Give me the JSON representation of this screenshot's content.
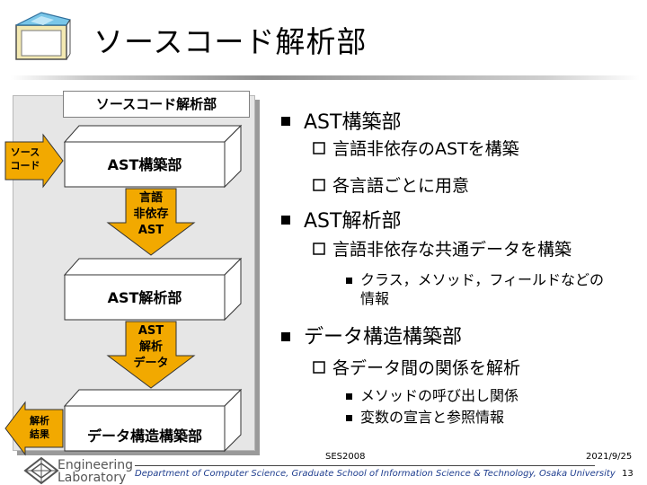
{
  "title": "ソースコード解析部",
  "diagram": {
    "module_label": "ソースコード解析部",
    "input_arrow": [
      "ソース",
      "コード"
    ],
    "output_arrow": [
      "解析",
      "結果"
    ],
    "stage1": "AST構築部",
    "flow1": [
      "言語",
      "非依存",
      "AST"
    ],
    "stage2": "AST解析部",
    "flow2": [
      "AST",
      "解析",
      "データ"
    ],
    "stage3": "データ構造構築部"
  },
  "bullets": {
    "section1": "AST構築部",
    "s1_item1": "言語非依存のASTを構築",
    "s1_item2": "各言語ごとに用意",
    "section2": "AST解析部",
    "s2_item1": "言語非依存な共通データを構築",
    "s2_sub1_line1": "クラス，メソッド，フィールドなどの",
    "s2_sub1_line2": "情報",
    "section3": "データ構造構築部",
    "s3_item1": "各データ間の関係を解析",
    "s3_sub1": "メソッドの呼び出し関係",
    "s3_sub2": "変数の宣言と参照情報"
  },
  "footer": {
    "left": "SES2008",
    "date": "2021/9/25",
    "dept": "Department of Computer Science, Graduate School of Information Science & Technology, Osaka University",
    "page": "13",
    "logo_line1": "Engineering",
    "logo_line2": "Laboratory"
  },
  "colors": {
    "slab_fill": "#ffffff",
    "arrow_fill": "#f2a900",
    "panel_fill": "#e6e6e6",
    "dept_text": "#1f3e8f"
  }
}
